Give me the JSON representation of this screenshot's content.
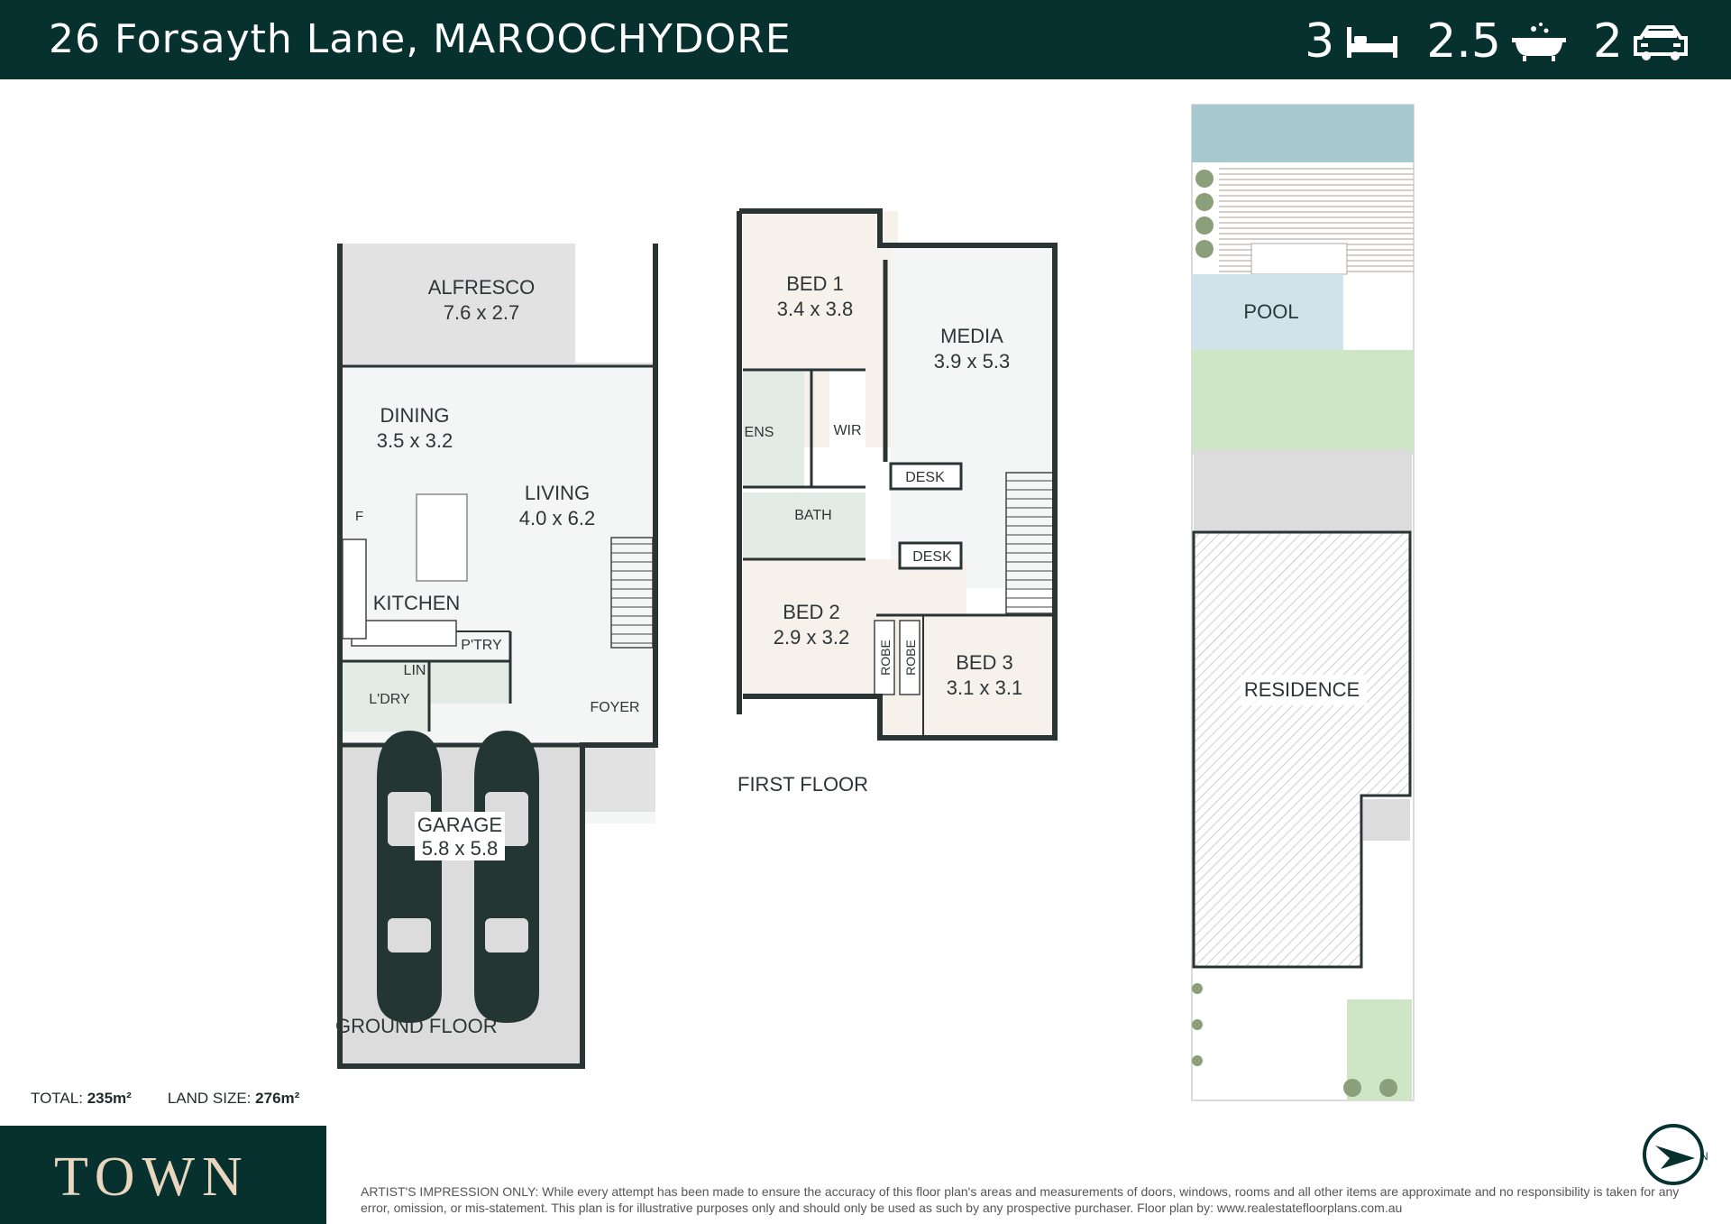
{
  "header": {
    "address": "26 Forsayth Lane, MAROOCHYDORE",
    "beds": "3",
    "baths": "2.5",
    "cars": "2",
    "icons": [
      "bed-icon",
      "bath-icon",
      "car-icon"
    ]
  },
  "ground_floor": {
    "label": "GROUND FLOOR",
    "rooms": {
      "alfresco": {
        "name": "ALFRESCO",
        "size": "7.6 x 2.7"
      },
      "dining": {
        "name": "DINING",
        "size": "3.5 x 3.2"
      },
      "living": {
        "name": "LIVING",
        "size": "4.0 x 6.2"
      },
      "kitchen": {
        "name": "KITCHEN"
      },
      "pantry": {
        "name": "P'TRY"
      },
      "linen": {
        "name": "LIN"
      },
      "laundry": {
        "name": "L'DRY"
      },
      "fridge": {
        "name": "F"
      },
      "foyer": {
        "name": "FOYER"
      },
      "garage": {
        "name": "GARAGE",
        "size": "5.8 x 5.8"
      }
    }
  },
  "first_floor": {
    "label": "FIRST FLOOR",
    "rooms": {
      "bed1": {
        "name": "BED 1",
        "size": "3.4 x 3.8"
      },
      "media": {
        "name": "MEDIA",
        "size": "3.9 x 5.3"
      },
      "ens": {
        "name": "ENS"
      },
      "wir": {
        "name": "WIR"
      },
      "desk1": {
        "name": "DESK"
      },
      "bath": {
        "name": "BATH"
      },
      "desk2": {
        "name": "DESK"
      },
      "bed2": {
        "name": "BED 2",
        "size": "2.9 x 3.2"
      },
      "robe1": {
        "name": "ROBE"
      },
      "robe2": {
        "name": "ROBE"
      },
      "bed3": {
        "name": "BED 3",
        "size": "3.1 x 3.1"
      }
    }
  },
  "site_plan": {
    "pool": "POOL",
    "residence": "RESIDENCE"
  },
  "totals": {
    "total_label": "TOTAL:",
    "total_value": "235m²",
    "land_label": "LAND SIZE:",
    "land_value": "276m²"
  },
  "brand": {
    "logo": "TOWN"
  },
  "disclaimer": "ARTIST'S IMPRESSION ONLY: While every attempt has been made to ensure the accuracy of this floor plan's areas and measurements of doors, windows, rooms and all other items are approximate and no responsibility is taken for any error, omission, or mis-statement. This plan is for illustrative purposes only and should only be used as such by any prospective purchaser. Floor plan by: www.realestatefloorplans.com.au",
  "compass": {
    "letter": "N"
  },
  "colors": {
    "header": "#06312f",
    "logo_text": "#e9d6bf",
    "wall": "#2a3434",
    "bedroom": "#f7f1ec",
    "wet": "#dfe9e2",
    "grey": "#dcdcdc",
    "pool": "#cfe4ea",
    "lawn": "#cfe6c6",
    "water": "#a8c9d0"
  }
}
